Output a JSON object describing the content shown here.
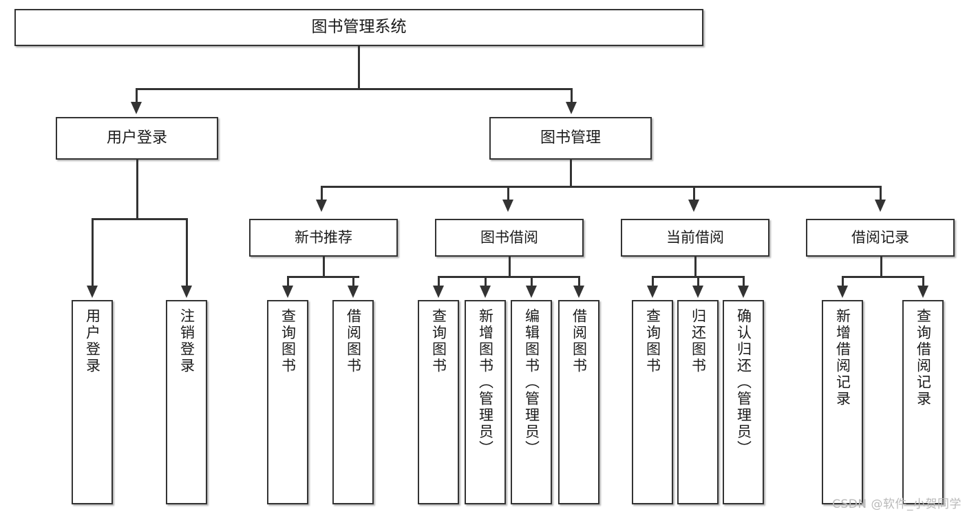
{
  "diagram": {
    "type": "tree-hierarchy",
    "title": "图书管理系统",
    "root": {
      "label": "图书管理系统"
    },
    "level2": [
      {
        "label": "用户登录"
      },
      {
        "label": "图书管理"
      }
    ],
    "level3": [
      {
        "label": "新书推荐"
      },
      {
        "label": "图书借阅"
      },
      {
        "label": "当前借阅"
      },
      {
        "label": "借阅记录"
      }
    ],
    "leaves": {
      "user_login": [
        {
          "label": "用户登录"
        },
        {
          "label": "注销登录"
        }
      ],
      "new_book_recommend": [
        {
          "label": "查询图书"
        },
        {
          "label": "借阅图书"
        }
      ],
      "book_borrow": [
        {
          "label": "查询图书"
        },
        {
          "label": "新增图书（管理员）"
        },
        {
          "label": "编辑图书（管理员）"
        },
        {
          "label": "借阅图书"
        }
      ],
      "current_borrow": [
        {
          "label": "查询图书"
        },
        {
          "label": "归还图书"
        },
        {
          "label": "确认归还（管理员）"
        }
      ],
      "borrow_record": [
        {
          "label": "新增借阅记录"
        },
        {
          "label": "查询借阅记录"
        }
      ]
    }
  },
  "watermark": {
    "text": "CSDN @软件_小贺同学"
  },
  "colors": {
    "stroke": "#333333",
    "fill": "#ffffff",
    "text": "#1a1a1a",
    "watermark": "#b9b9b9"
  }
}
